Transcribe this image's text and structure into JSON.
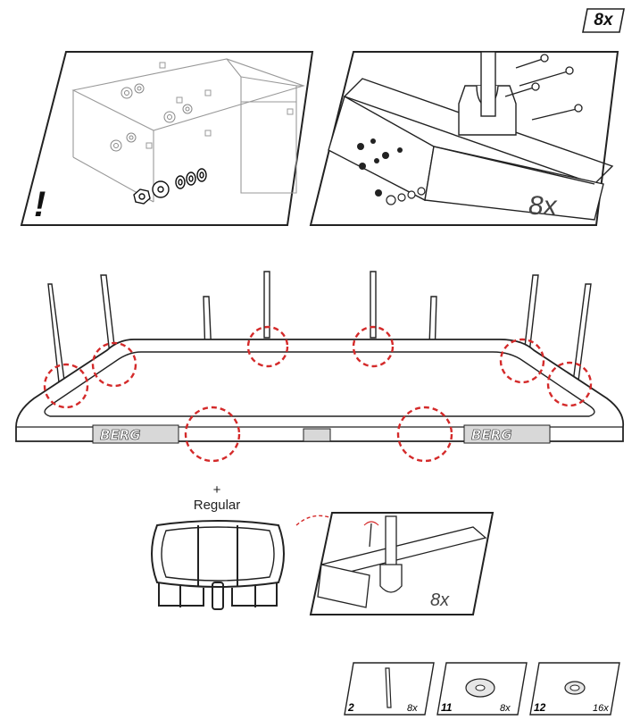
{
  "step": {
    "badge": "8x"
  },
  "detail_panel_left": {
    "warning_mark": "!"
  },
  "detail_panel_right": {
    "quantity": "8x"
  },
  "frame": {
    "brand_left": "BERG",
    "brand_right": "BERG",
    "highlight_count": 8
  },
  "regular": {
    "plus": "+",
    "label": "Regular"
  },
  "leg_detail": {
    "quantity": "8x"
  },
  "parts": [
    {
      "number": "2",
      "qty": "8x",
      "icon": "pole-icon"
    },
    {
      "number": "11",
      "qty": "8x",
      "icon": "large-washer-icon"
    },
    {
      "number": "12",
      "qty": "16x",
      "icon": "small-washer-icon"
    }
  ],
  "colors": {
    "highlight": "#d42a2a",
    "line": "#222222",
    "shade": "#cfcfcf"
  }
}
